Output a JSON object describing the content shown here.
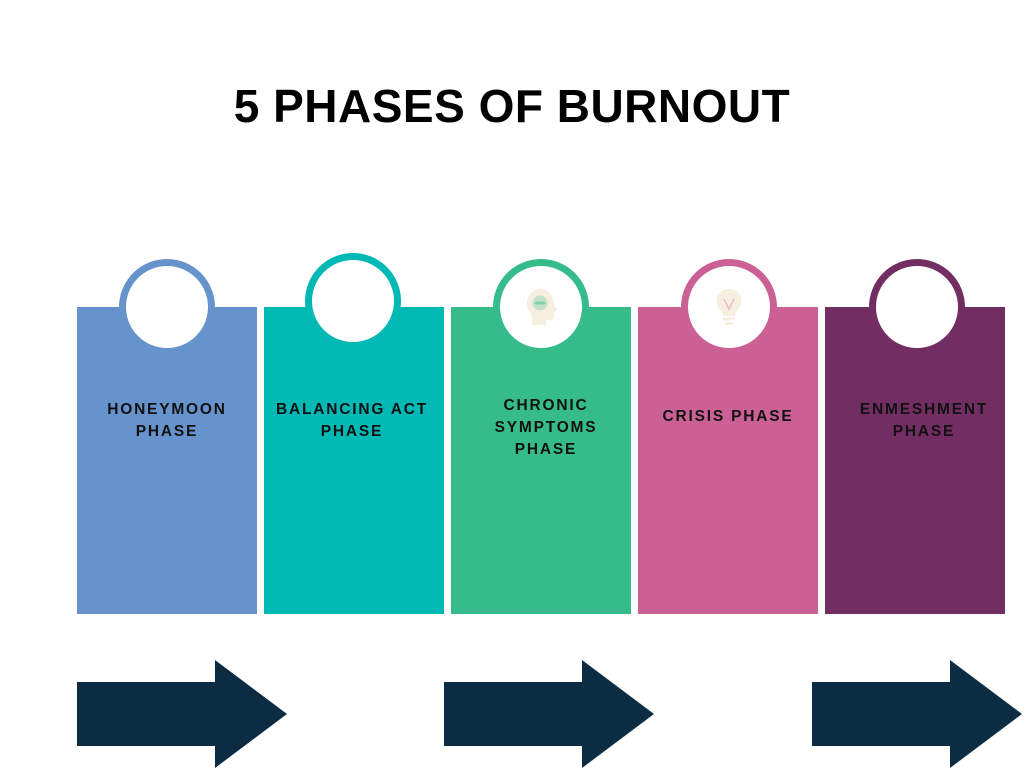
{
  "title": "5 PHASES OF BURNOUT",
  "phases": [
    {
      "label": "HONEYMOON\nPHASE",
      "color": "#6693CC",
      "icon": ""
    },
    {
      "label": "BALANCING ACT\nPHASE",
      "color": "#00B8B4",
      "icon": ""
    },
    {
      "label": "CHRONIC\nSYMPTOMS\nPHASE",
      "color": "#35BC8A",
      "icon": "head-minus-icon"
    },
    {
      "label": "CRISIS PHASE",
      "color": "#CB6094",
      "icon": "lightbulb-icon"
    },
    {
      "label": "ENMESHMENT\nPHASE",
      "color": "#722E63",
      "icon": ""
    }
  ],
  "colors": {
    "arrow": "#0B2C42",
    "icon_fill": "#F6EEDF",
    "text": "#111111",
    "title": "#000000"
  }
}
